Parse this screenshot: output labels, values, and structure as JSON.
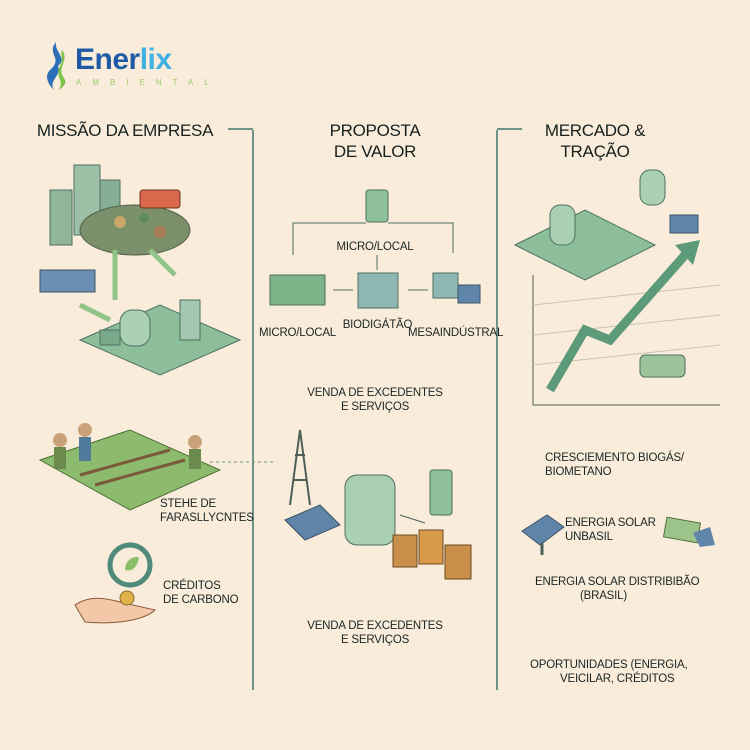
{
  "logo": {
    "name": "Enerlix",
    "name_part1": "Ener",
    "name_part2": "lix",
    "tagline": "AMBIENTAL"
  },
  "colors": {
    "background": "#f9ecda",
    "divider": "#6f9488",
    "logo_dark": "#1f5aa6",
    "logo_light": "#3fb1e3",
    "logo_green": "#7cc24a",
    "illustration_green": "#8fc29a"
  },
  "columns": {
    "mission": {
      "title": "MISSÃO DA EMPRESA",
      "farmers_label": [
        "STEHE DE",
        "FARASLLYCNTES"
      ],
      "credits_label": [
        "CRÉDITOS",
        "DE CARBONO"
      ]
    },
    "value": {
      "title": [
        "PROPOSTA",
        "DE VALOR"
      ],
      "node_top": "MICRO/LOCAL",
      "node_left": "MICRO/LOCAL",
      "node_center": "BIODIGÁTÃO",
      "node_right": "MESAINDÚSTRAL",
      "sales_1": [
        "VENDA DE EXCEDENTES",
        "E SERVIÇOS"
      ],
      "sales_2": [
        "VENDA DE EXCEDENTES",
        "E SERVIÇOS"
      ]
    },
    "market": {
      "title": [
        "MERCADO &",
        "TRAÇÃO"
      ],
      "growth": [
        "CRESCIEMENTO BIOGÁS/",
        "BIOMETANO"
      ],
      "solar_1": [
        "ENERGIA SOLAR",
        "UNBASIL"
      ],
      "solar_2": [
        "ENERGIA SOLAR DISTRIBIBÃO",
        "(BRASIL)"
      ],
      "opportunities": [
        "OPORTUNIDADES (ENERGIA,",
        "VEICILAR, CRÉDITOS"
      ]
    }
  }
}
